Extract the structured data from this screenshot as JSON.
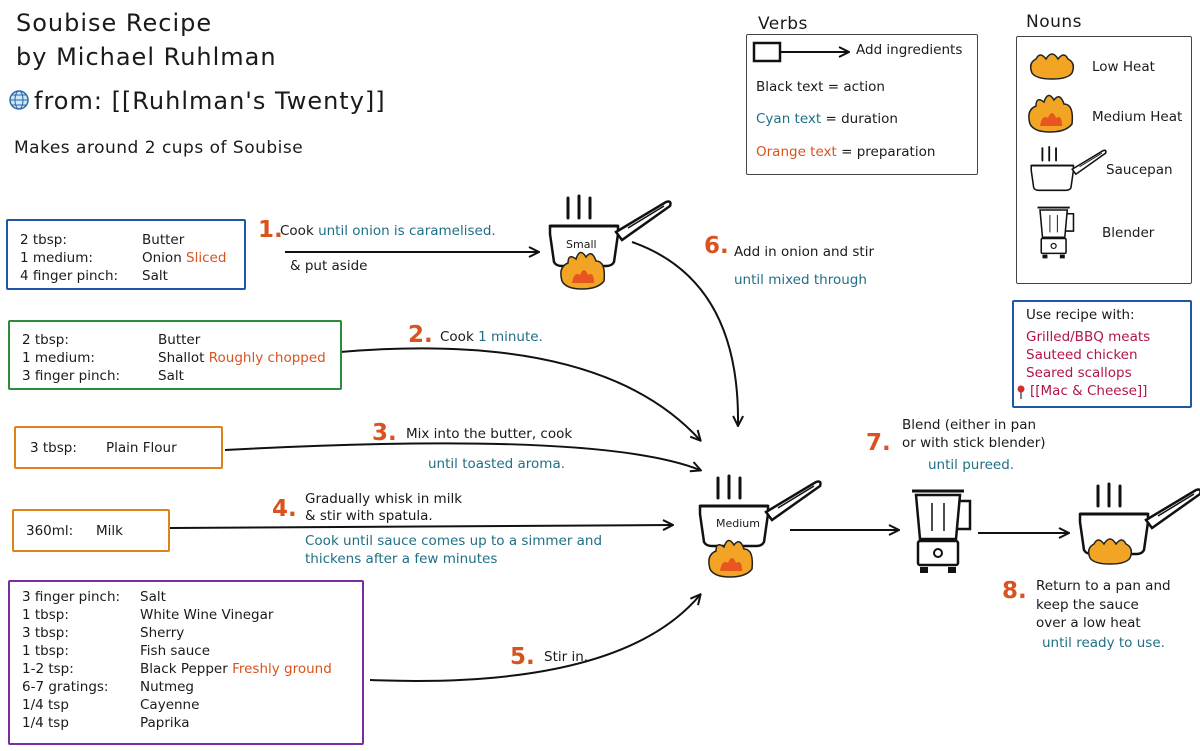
{
  "header": {
    "title_line1": "Soubise Recipe",
    "title_line2": "by Michael Ruhlman",
    "source": "from: [[Ruhlman's Twenty]]",
    "yield": "Makes around 2 cups of Soubise"
  },
  "legend": {
    "verbs_title": "Verbs",
    "add_ingredients": "Add ingredients",
    "black_label": "Black text",
    "black_meaning": "= action",
    "cyan_label": "Cyan text",
    "cyan_meaning": "= duration",
    "orange_label": "Orange text",
    "orange_meaning": "= preparation",
    "nouns_title": "Nouns",
    "low_heat": "Low Heat",
    "medium_heat": "Medium Heat",
    "saucepan": "Saucepan",
    "blender": "Blender"
  },
  "ingredients": {
    "box1": [
      {
        "qty": "2 tbsp:",
        "item": "Butter",
        "prep": ""
      },
      {
        "qty": "1 medium:",
        "item": "Onion",
        "prep": "Sliced"
      },
      {
        "qty": "4 finger pinch:",
        "item": "Salt",
        "prep": ""
      }
    ],
    "box2": [
      {
        "qty": "2 tbsp:",
        "item": "Butter",
        "prep": ""
      },
      {
        "qty": "1 medium:",
        "item": "Shallot",
        "prep": "Roughly chopped"
      },
      {
        "qty": "3 finger pinch:",
        "item": "Salt",
        "prep": ""
      }
    ],
    "box3": {
      "qty": "3 tbsp:",
      "item": "Plain Flour"
    },
    "box4": {
      "qty": "360ml:",
      "item": "Milk"
    },
    "box5": [
      {
        "qty": "3 finger pinch:",
        "item": "Salt",
        "prep": ""
      },
      {
        "qty": "1 tbsp:",
        "item": "White Wine Vinegar",
        "prep": ""
      },
      {
        "qty": "3 tbsp:",
        "item": "Sherry",
        "prep": ""
      },
      {
        "qty": "1 tbsp:",
        "item": "Fish sauce",
        "prep": ""
      },
      {
        "qty": "1-2 tsp:",
        "item": "Black Pepper",
        "prep": "Freshly ground"
      },
      {
        "qty": "6-7 gratings:",
        "item": "Nutmeg",
        "prep": ""
      },
      {
        "qty": "1/4 tsp",
        "item": "Cayenne",
        "prep": ""
      },
      {
        "qty": "1/4 tsp",
        "item": "Paprika",
        "prep": ""
      }
    ]
  },
  "steps": {
    "s1": {
      "num": "1.",
      "action": "Cook",
      "duration": "until onion is caramelised.",
      "extra": "& put aside"
    },
    "s2": {
      "num": "2.",
      "action": "Cook",
      "duration": "1 minute."
    },
    "s3": {
      "num": "3.",
      "action": "Mix into the butter, cook",
      "duration": "until toasted aroma."
    },
    "s4": {
      "num": "4.",
      "line1": "Gradually whisk in milk",
      "line2": "& stir with spatula.",
      "duration1": "Cook until sauce comes up to a simmer and",
      "duration2": "thickens after a few minutes"
    },
    "s5": {
      "num": "5.",
      "action": "Stir in."
    },
    "s6": {
      "num": "6.",
      "action": "Add in onion and stir",
      "duration": "until mixed through"
    },
    "s7": {
      "num": "7.",
      "line1": "Blend (either in pan",
      "line2": "or with stick blender)",
      "duration": "until pureed."
    },
    "s8": {
      "num": "8.",
      "line1": "Return to a pan and",
      "line2": "keep the sauce",
      "line3": "over a low heat",
      "duration": "until ready to use."
    }
  },
  "pans": {
    "small": "Small",
    "medium": "Medium"
  },
  "use_with": {
    "title": "Use recipe with:",
    "items": [
      "Grilled/BBQ meats",
      "Sauteed chicken",
      "Seared scallops",
      "[[Mac & Cheese]]"
    ]
  },
  "colors": {
    "blue": "#1e56a8",
    "green": "#2f8a3a",
    "orange": "#e0821a",
    "purple": "#7a2da0",
    "cyan": "#1f6f86",
    "orange_text": "#d9531e",
    "magenta": "#b0154d",
    "flame": "#f2a424",
    "flame_inner": "#e8551f"
  },
  "icons": [
    "globe-icon",
    "pin-icon",
    "saucepan-icon",
    "flame-icon",
    "blender-icon",
    "arrow-icon"
  ]
}
